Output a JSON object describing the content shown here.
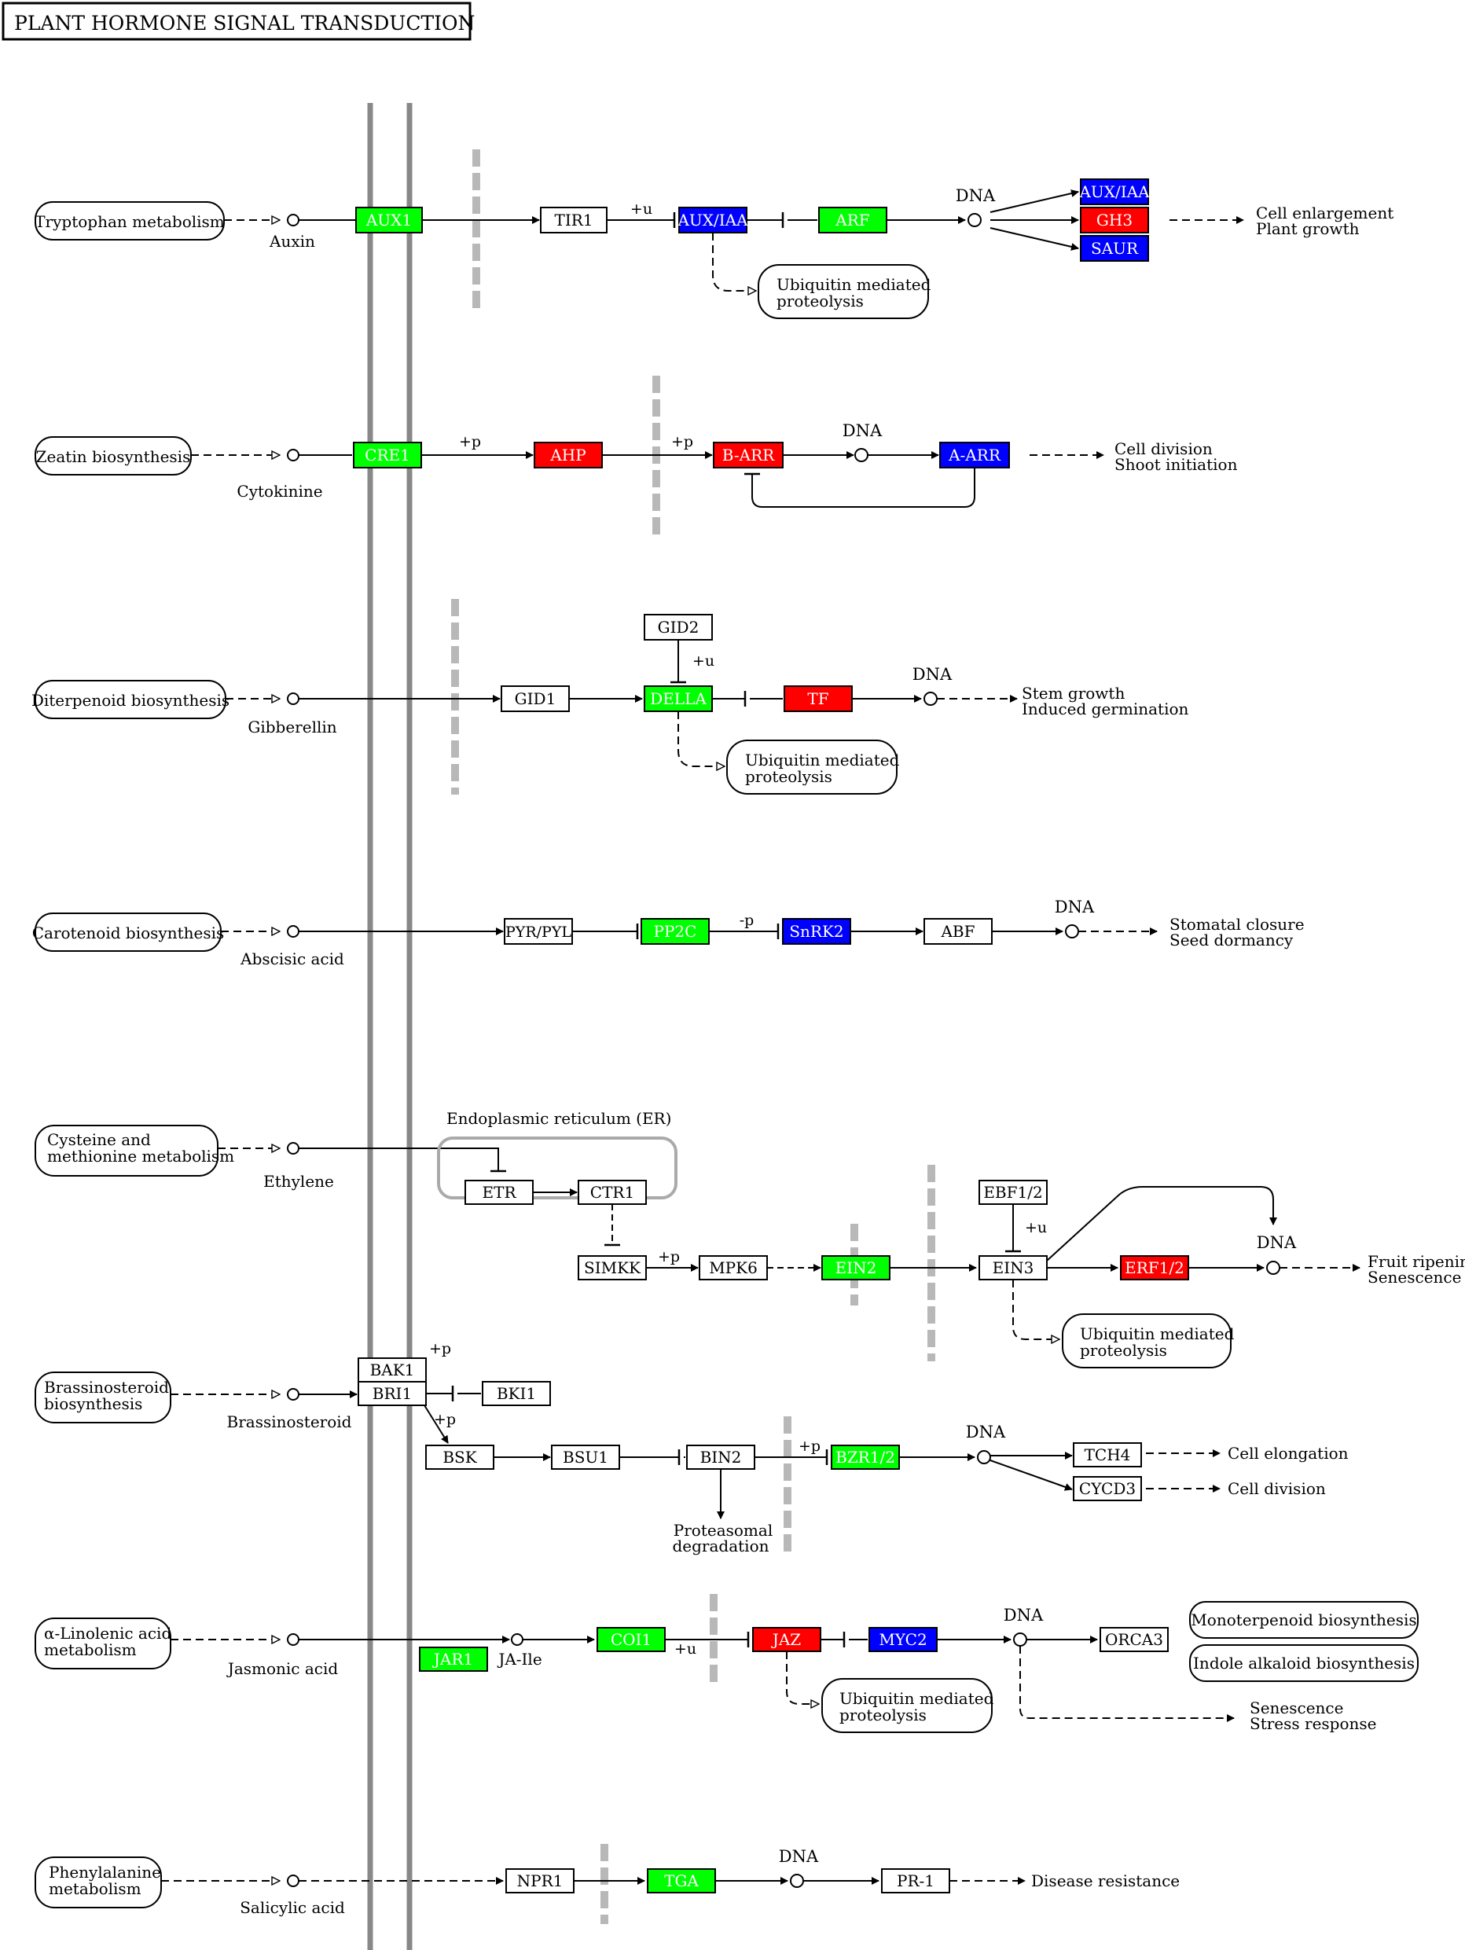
{
  "title": "PLANT HORMONE SIGNAL TRANSDUCTION",
  "colors": {
    "green": "#00ff00",
    "red": "#ff0000",
    "blue": "#0000ff",
    "white": "#ffffff",
    "membrane": "#888888",
    "barrier": "#b8b8b8"
  },
  "pathways": {
    "tryptophan": "Tryptophan metabolism",
    "zeatin": "Zeatin biosynthesis",
    "diterpenoid": "Diterpenoid biosynthesis",
    "carotenoid": "Carotenoid biosynthesis",
    "cysteine": [
      "Cysteine and",
      "methionine metabolism"
    ],
    "brassinosteroid": [
      "Brassinosteroid",
      "biosynthesis"
    ],
    "linolenic": [
      "α-Linolenic acid",
      "metabolism"
    ],
    "phenylalanine": [
      "Phenylalanine",
      "metabolism"
    ],
    "monoterpenoid": "Monoterpenoid biosynthesis",
    "indole": "Indole alkaloid biosynthesis",
    "ubiquitin": [
      "Ubiquitin mediated",
      "proteolysis"
    ]
  },
  "hormones": {
    "auxin": "Auxin",
    "cytokinine": "Cytokinine",
    "gibberellin": "Gibberellin",
    "abscisic": "Abscisic acid",
    "ethylene": "Ethylene",
    "brassinosteroid": "Brassinosteroid",
    "jasmonic": "Jasmonic acid",
    "salicylic": "Salicylic acid",
    "ja_ile": "JA-Ile"
  },
  "genes": {
    "aux1": "AUX1",
    "tir1": "TIR1",
    "aux_iaa": "AUX/IAA",
    "arf": "ARF",
    "aux_iaa_out": "AUX/IAA",
    "gh3": "GH3",
    "saur": "SAUR",
    "cre1": "CRE1",
    "ahp": "AHP",
    "b_arr": "B-ARR",
    "a_arr": "A-ARR",
    "gid2": "GID2",
    "gid1": "GID1",
    "della": "DELLA",
    "tf": "TF",
    "pyr_pyl": "PYR/PYL",
    "pp2c": "PP2C",
    "snrk2": "SnRK2",
    "abf": "ABF",
    "etr": "ETR",
    "ctr1": "CTR1",
    "simkk": "SIMKK",
    "mpk6": "MPK6",
    "ein2": "EIN2",
    "ebf12": "EBF1/2",
    "ein3": "EIN3",
    "erf12": "ERF1/2",
    "bak1": "BAK1",
    "bri1": "BRI1",
    "bki1": "BKI1",
    "bsk": "BSK",
    "bsu1": "BSU1",
    "bin2": "BIN2",
    "bzr12": "BZR1/2",
    "tch4": "TCH4",
    "cycd3": "CYCD3",
    "jar1": "JAR1",
    "coi1": "COI1",
    "jaz": "JAZ",
    "myc2": "MYC2",
    "orca3": "ORCA3",
    "npr1": "NPR1",
    "tga": "TGA",
    "pr1": "PR-1"
  },
  "outcomes": {
    "auxin": [
      "Cell enlargement",
      "Plant growth"
    ],
    "cytokinin": [
      "Cell division",
      "Shoot initiation"
    ],
    "gibberellin": [
      "Stem growth",
      "Induced germination"
    ],
    "abscisic": [
      "Stomatal closure",
      "Seed dormancy"
    ],
    "ethylene": [
      "Fruit ripening",
      "Senescence"
    ],
    "tch4": "Cell elongation",
    "cycd3": "Cell division",
    "jasmonic": [
      "Senescence",
      "Stress response"
    ],
    "salicylic": "Disease resistance"
  },
  "labels": {
    "dna": "DNA",
    "plus_u": "+u",
    "plus_p": "+p",
    "minus_p": "-p",
    "er": "Endoplasmic reticulum (ER)",
    "proteasomal": [
      "Proteasomal",
      "degradation"
    ]
  }
}
